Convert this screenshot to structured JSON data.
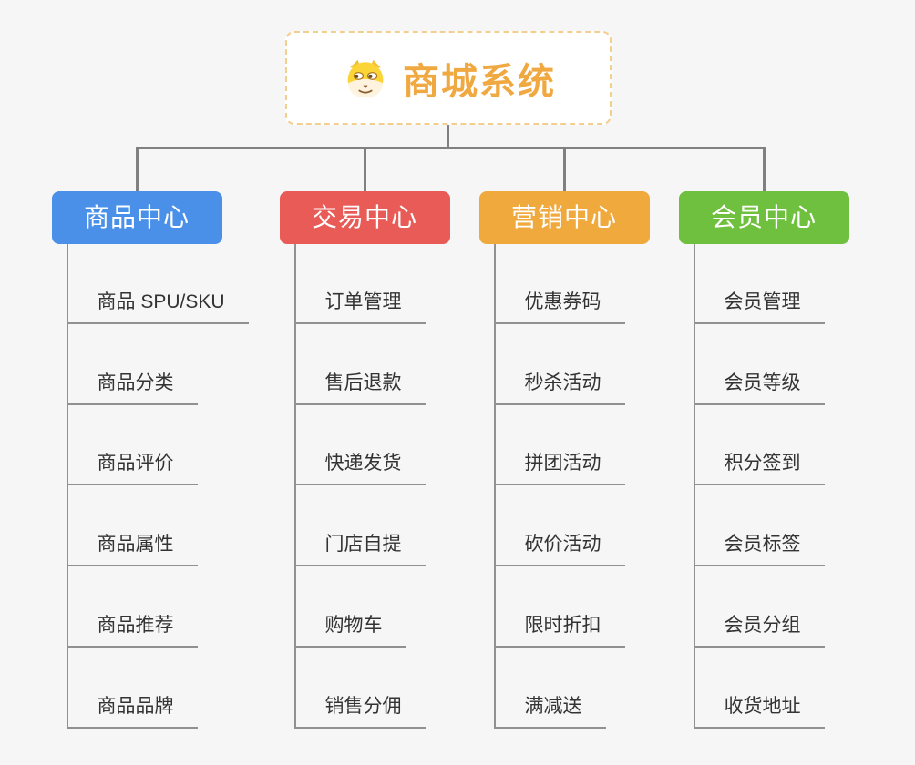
{
  "root": {
    "title": "商城系统",
    "icon": "dog-face-icon",
    "title_color": "#f0a840",
    "border_color": "#f3ce8e"
  },
  "branches": [
    {
      "label": "商品中心",
      "color": "#4a90e8",
      "items": [
        "商品 SPU/SKU",
        "商品分类",
        "商品评价",
        "商品属性",
        "商品推荐",
        "商品品牌"
      ]
    },
    {
      "label": "交易中心",
      "color": "#e85b56",
      "items": [
        "订单管理",
        "售后退款",
        "快递发货",
        "门店自提",
        "购物车",
        "销售分佣"
      ]
    },
    {
      "label": "营销中心",
      "color": "#efa93c",
      "items": [
        "优惠券码",
        "秒杀活动",
        "拼团活动",
        "砍价活动",
        "限时折扣",
        "满减送"
      ]
    },
    {
      "label": "会员中心",
      "color": "#6fc03e",
      "items": [
        "会员管理",
        "会员等级",
        "积分签到",
        "会员标签",
        "会员分组",
        "收货地址"
      ]
    }
  ],
  "colors": {
    "background": "#f6f6f6",
    "connector": "#808080",
    "underline": "#919191",
    "item_text": "#333333"
  }
}
